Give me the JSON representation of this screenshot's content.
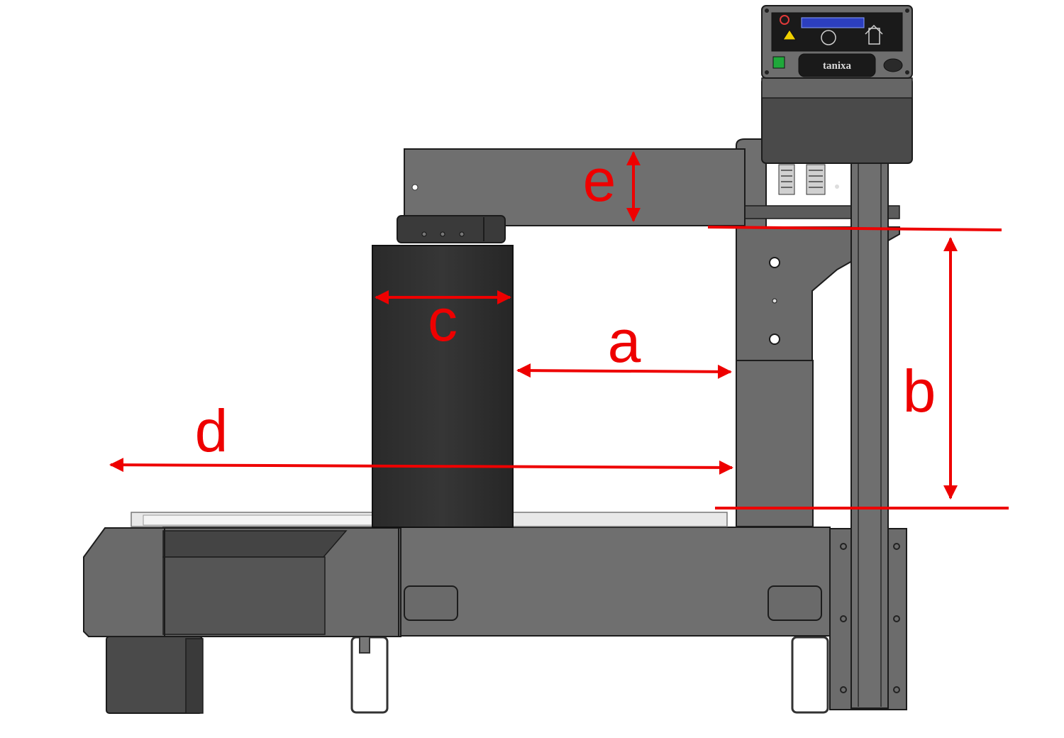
{
  "diagram": {
    "colors": {
      "body_main": "#6f6f6f",
      "body_dark": "#4e4e4e",
      "body_shadow": "#3f3f3f",
      "core_cylinder": "#2f2f2f",
      "control_box": "#5a5a5a",
      "panel_face": "#1e1e1e",
      "plate": "#e8e8e8",
      "outline": "#1c1c1c",
      "dimension": "#ee0000"
    },
    "dimensions": [
      {
        "id": "a",
        "label": "a"
      },
      {
        "id": "b",
        "label": "b"
      },
      {
        "id": "c",
        "label": "c"
      },
      {
        "id": "d",
        "label": "d"
      },
      {
        "id": "e",
        "label": "e"
      }
    ],
    "control_panel": {
      "brand": "tanixa",
      "power_icon": "power-switch-icon",
      "warning_icon": "warning-triangle-icon",
      "display_icon": "lcd-display-icon"
    }
  }
}
